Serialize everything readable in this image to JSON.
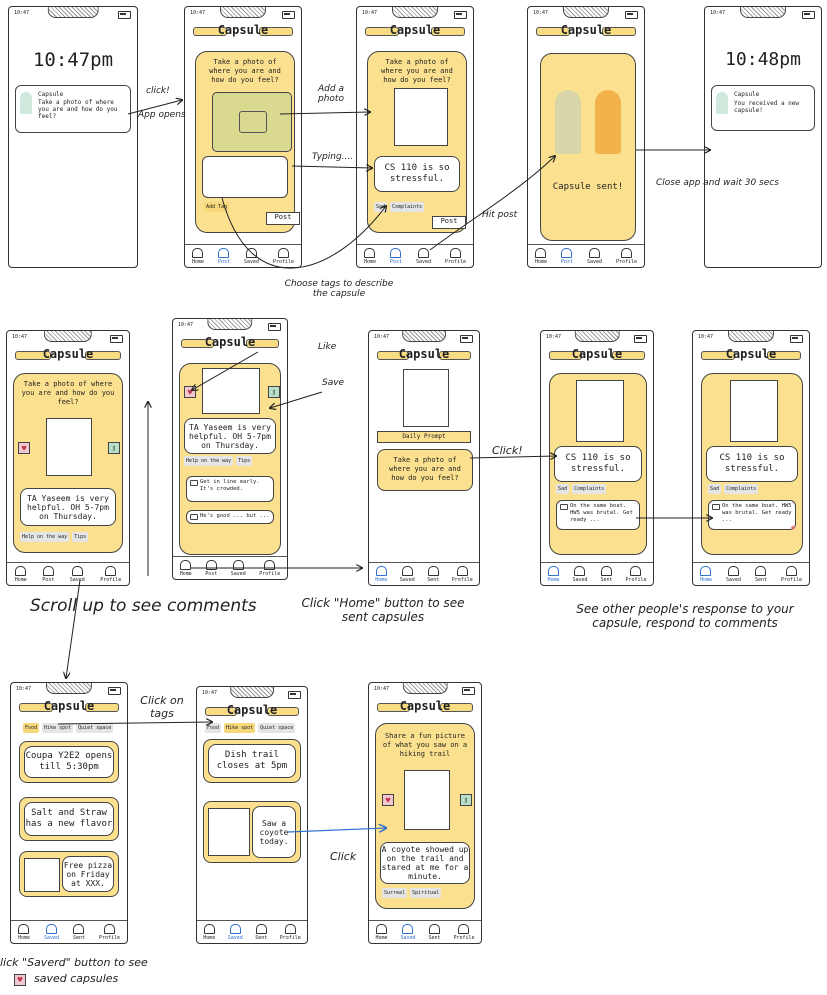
{
  "app_name": "Capsule",
  "status_time": "10:47",
  "tabs": {
    "home": "Home",
    "post": "Post",
    "saved": "Saved",
    "sent": "Sent",
    "profile": "Profile"
  },
  "screen1": {
    "time": "10:47pm",
    "notif_title": "Capsule",
    "notif_body": "Take a photo of where you are and how do you feel?"
  },
  "screen2": {
    "prompt": "Take a photo of where you are and how do you feel?",
    "add_tag": "Add Tag",
    "post": "Post"
  },
  "screen3": {
    "prompt": "Take a photo of where you are and how do you feel?",
    "text": "CS 110 is so stressful.",
    "tags": [
      "Sad",
      "Complaints"
    ],
    "post": "Post"
  },
  "screen4": {
    "sent": "Capsule sent!"
  },
  "screen5": {
    "time": "10:48pm",
    "notif_title": "Capsule",
    "notif_body": "You received a new capsule!"
  },
  "screen6": {
    "prompt": "Take a photo of where you are and how do you feel?",
    "text": "TA Yaseem is very helpful. OH 5-7pm on Thursday.",
    "tags": [
      "Help on the way",
      "Tips"
    ]
  },
  "screen7": {
    "text": "TA Yaseem is very helpful. OH 5-7pm on Thursday.",
    "tags": [
      "Help on the way",
      "Tips"
    ],
    "comments": [
      "Get in line early. It's crowded.",
      "He's good ... but ..."
    ]
  },
  "screen8": {
    "daily": "Daily Prompt",
    "prompt": "Take a photo of where you are and how do you feel?"
  },
  "screen9": {
    "text": "CS 110 is so stressful.",
    "tags": [
      "Sad",
      "Complaints"
    ],
    "comment": "On the same boat. HW5 was brutal. Get ready ..."
  },
  "screen10": {
    "text": "CS 110 is so stressful.",
    "tags": [
      "Sad",
      "Complaints"
    ],
    "comment": "On the same boat. HW5 was brutal. Get ready ..."
  },
  "screen11": {
    "tags": [
      "Food",
      "Hike spot",
      "Quiet space"
    ],
    "items": [
      "Coupa Y2E2 opens till 5:30pm",
      "Salt and Straw has a new flavor",
      "Free pizza on Friday at XXX."
    ]
  },
  "screen12": {
    "tags": [
      "Food",
      "Hike spot",
      "Quiet space"
    ],
    "items": [
      "Dish trail closes at 5pm",
      "Saw a coyote today."
    ]
  },
  "screen13": {
    "prompt": "Share a fun picture of what you saw on a hiking trail",
    "text": "A coyote showed up on the trail and stared at me for a minute.",
    "tags": [
      "Surreal",
      "Spiritual"
    ]
  },
  "annotations": {
    "click": "click!",
    "app_opens": "App opens",
    "add_photo": "Add a photo",
    "typing": "Typing....",
    "choose_tags": "Choose tags to describe the capsule",
    "hit_post": "Hit post",
    "close_app": "Close app and wait 30 secs",
    "like": "Like",
    "save": "Save",
    "scroll": "Scroll up to see comments",
    "click_home": "Click \"Home\" button to see sent capsules",
    "click2": "Click!",
    "see_responses": "See other people's response to your capsule, respond to comments",
    "click_tags": "Click on tags",
    "click3": "Click",
    "click_saved": "lick \"Saverd\" button to see",
    "saved_capsules": "saved capsules"
  }
}
